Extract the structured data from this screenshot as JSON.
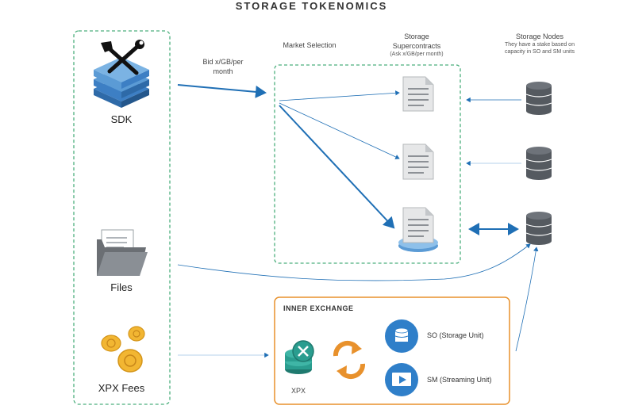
{
  "title": "STORAGE TOKENOMICS",
  "left_column": {
    "sdk_label": "SDK",
    "files_label": "Files",
    "xpx_fees_label": "XPX Fees"
  },
  "bid_label_line1": "Bid x/GB/per",
  "bid_label_line2": "month",
  "market_selection_label": "Market Selection",
  "supercontracts": {
    "label_line1": "Storage",
    "label_line2": "Supercontracts",
    "sublabel": "(Ask x/GB/per month)"
  },
  "storage_nodes": {
    "label": "Storage Nodes",
    "sub_line1": "They have a stake based on",
    "sub_line2": "capacity in SO and SM units"
  },
  "inner_exchange": {
    "title": "INNER EXCHANGE",
    "xpx_label": "XPX",
    "so_label": "SO (Storage Unit)",
    "sm_label": "SM (Streaming Unit)"
  },
  "colors": {
    "dashed_green": "#4caf7d",
    "arrow_blue": "#1f6fb5",
    "orange": "#e8912c",
    "node_gray": "#555a60",
    "stack_blue": "#5b9bd5",
    "coin_gold": "#f2b632",
    "xpx_teal": "#2a9d8f"
  }
}
